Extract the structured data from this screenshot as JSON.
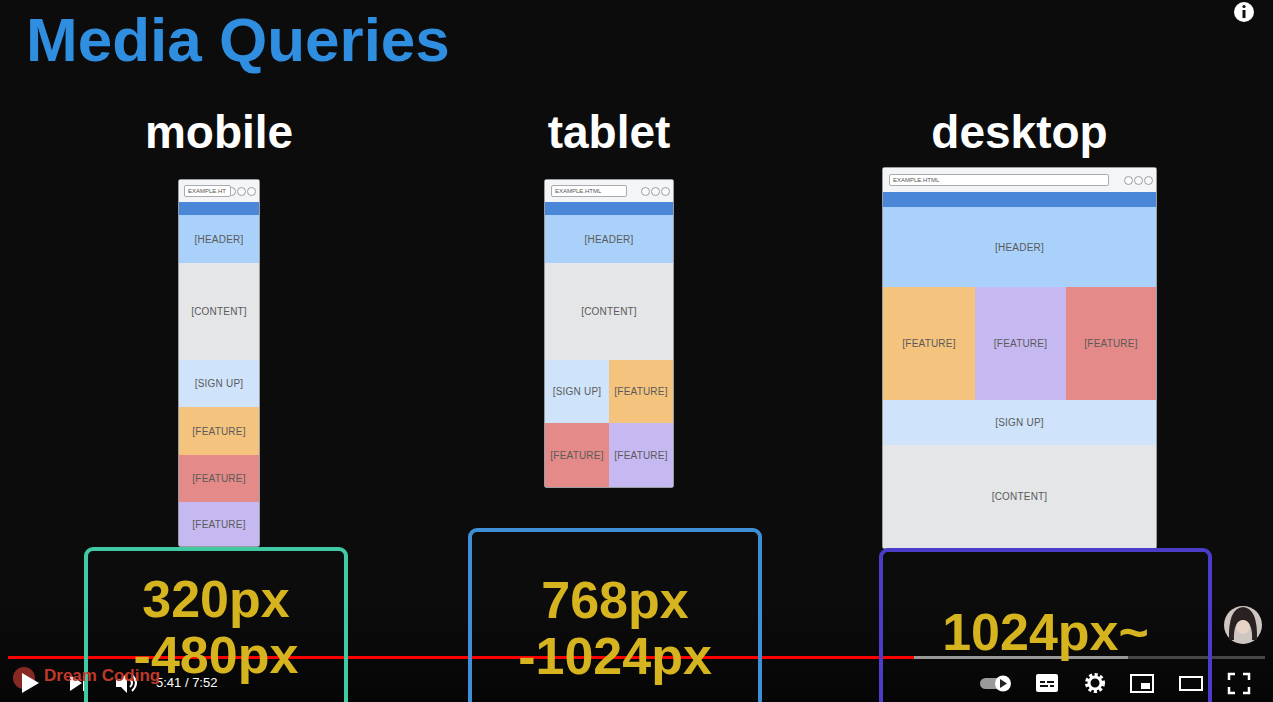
{
  "diagram": {
    "title": "Media Queries",
    "nodes": [
      {
        "text": [
          "mobile"
        ]
      },
      {
        "text": [
          "EXAMPLE.HT"
        ],
        "in": 0
      },
      {
        "text": [
          "[HEADER]"
        ],
        "in": 0
      },
      {
        "text": [
          "[CONTENT]"
        ],
        "in": 0
      },
      {
        "text": [
          "[SIGN UP]"
        ],
        "in": 0
      },
      {
        "text": [
          "[FEATURE]"
        ],
        "in": 0
      },
      {
        "text": [
          "[FEATURE]"
        ],
        "in": 0
      },
      {
        "text": [
          "[FEATURE]"
        ],
        "in": 0
      },
      {
        "text": [
          "320px -480px"
        ]
      },
      {
        "text": [
          "tablet"
        ]
      },
      {
        "text": [
          "EXAMPLE.HTML"
        ],
        "in": 9
      },
      {
        "text": [
          "[HEADER]"
        ],
        "in": 9
      },
      {
        "text": [
          "[CONTENT]"
        ],
        "in": 9
      },
      {
        "text": [
          "[SIGN UP]"
        ],
        "in": 9
      },
      {
        "text": [
          "[FEATURE]"
        ],
        "in": 9
      },
      {
        "text": [
          "[FEATURE]"
        ],
        "in": 9
      },
      {
        "text": [
          "[FEATURE]"
        ],
        "in": 9
      },
      {
        "text": [
          "768px -1024px"
        ]
      },
      {
        "text": [
          "desktop"
        ]
      },
      {
        "text": [
          "EXAMPLE.HTML"
        ],
        "in": 18
      },
      {
        "text": [
          "[HEADER]"
        ],
        "in": 18
      },
      {
        "text": [
          "[FEATURE]"
        ],
        "in": 18
      },
      {
        "text": [
          "[FEATURE]"
        ],
        "in": 18
      },
      {
        "text": [
          "[FEATURE]"
        ],
        "in": 18
      },
      {
        "text": [
          "[SIGN UP]"
        ],
        "in": 18
      },
      {
        "text": [
          "[CONTENT]"
        ],
        "in": 18
      },
      {
        "text": [
          "1024px~"
        ]
      }
    ],
    "labels": [
      "5:41 / 7:52",
      "Dream Coding"
    ]
  }
}
